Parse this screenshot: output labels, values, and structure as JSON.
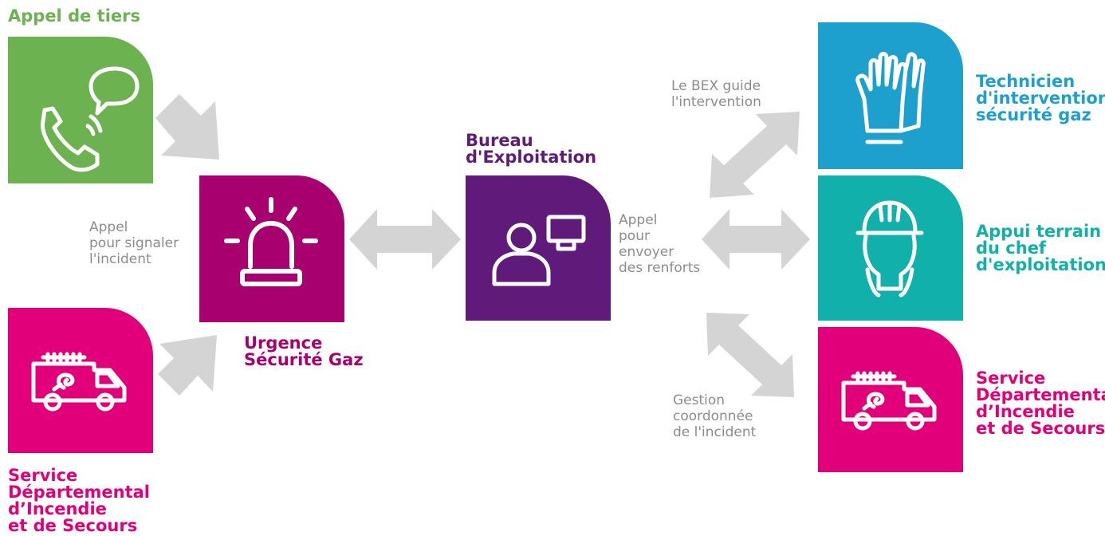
{
  "colors": {
    "green": "#6cb250",
    "magenta": "#a8006e",
    "pink": "#e2007a",
    "purple": "#5f1a7a",
    "blue": "#1ea0ce",
    "teal": "#12b0ab",
    "arrow": "#d4d4d4",
    "note": "#8c8c8c"
  },
  "nodes": {
    "appel_tiers": {
      "title": "Appel de tiers",
      "icon": "phone-chat-icon"
    },
    "sdis_left": {
      "title": "Service\nDépartemental\nd’Incendie\net de Secours",
      "icon": "fire-truck-icon"
    },
    "urgence": {
      "title": "Urgence\nSécurité Gaz",
      "icon": "siren-icon"
    },
    "bureau": {
      "title": "Bureau\nd'Exploitation",
      "icon": "operator-computer-icon"
    },
    "technicien": {
      "title": "Technicien\nd'intervention\nsécurité gaz",
      "icon": "gloves-icon"
    },
    "appui": {
      "title": "Appui terrain\ndu chef\nd'exploitation",
      "icon": "helmet-person-icon"
    },
    "sdis_right": {
      "title": "Service\nDépartemental\nd’Incendie\net de Secours",
      "icon": "fire-truck-icon"
    }
  },
  "notes": {
    "appel_signaler": "Appel\npour signaler\nl'incident",
    "bex_guide": "Le BEX guide\nl'intervention",
    "appel_renforts": "Appel\npour\nenvoyer\ndes renforts",
    "gestion": "Gestion\ncoordonnée\nde l'incident"
  }
}
